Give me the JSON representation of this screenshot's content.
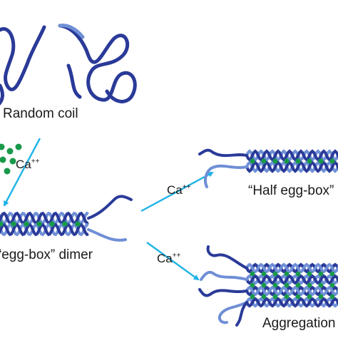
{
  "labels": {
    "random_coil": "Random coil",
    "dimer": "“egg-box” dimer",
    "half_egg_box": "“Half egg-box”",
    "aggregation": "Aggregation"
  },
  "ions": {
    "symbol": "Ca",
    "charge": "++"
  },
  "colors": {
    "strand_dark": "#2a3a98",
    "strand_light": "#6f8fd6",
    "calcium": "#19994a",
    "arrow": "#1fb3e6"
  }
}
